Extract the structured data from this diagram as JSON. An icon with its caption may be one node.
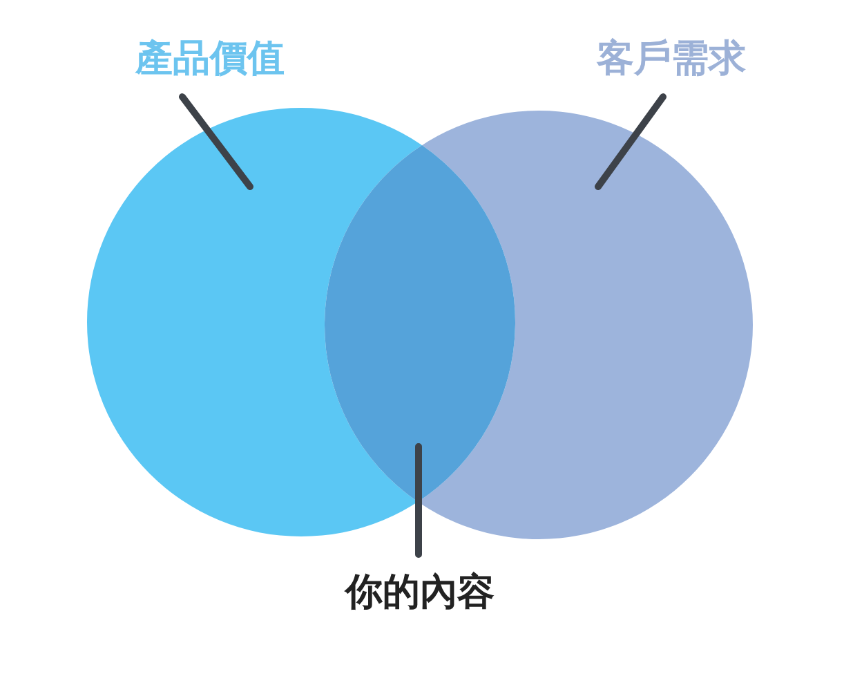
{
  "diagram": {
    "nodes": [
      {
        "text": [
          "產品價值"
        ]
      },
      {
        "text": [
          "客戶需求"
        ]
      },
      {
        "text": [],
        "shape": "circle"
      },
      {
        "text": [],
        "shape": "circle"
      },
      {
        "text": [],
        "shape": "lens"
      },
      {
        "text": [
          "你的內容"
        ]
      }
    ],
    "edges": [
      {
        "from": 0,
        "to": 2,
        "arrow": "none"
      },
      {
        "from": 1,
        "to": 3,
        "arrow": "none"
      },
      {
        "from": 5,
        "to": 4,
        "arrow": "none"
      }
    ]
  }
}
